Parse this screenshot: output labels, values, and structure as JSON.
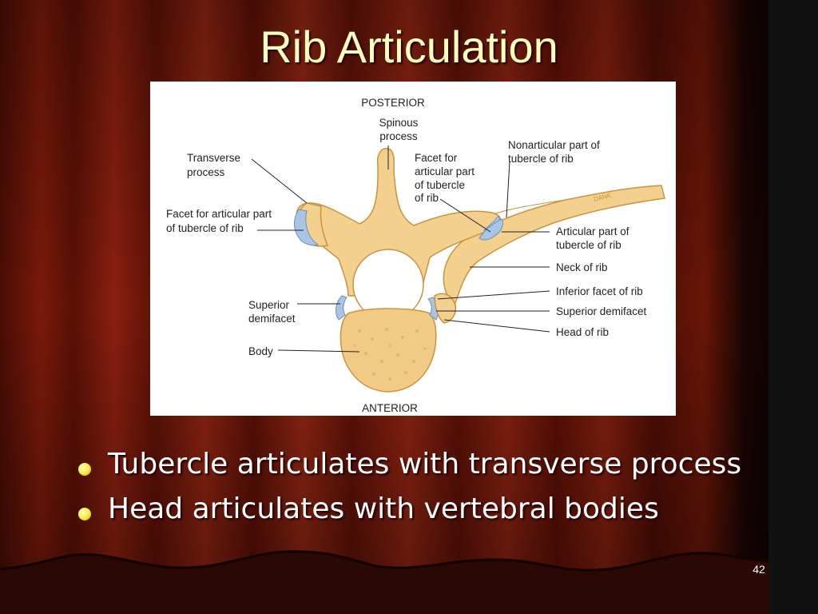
{
  "slide": {
    "title": "Rib Articulation",
    "page_number": "42"
  },
  "figure": {
    "orientation_top": "POSTERIOR",
    "orientation_bottom": "ANTERIOR",
    "labels": {
      "spinous": [
        "Spinous",
        "process"
      ],
      "transverse": [
        "Transverse",
        "process"
      ],
      "facet_left": [
        "Facet for articular part",
        "of tubercle of rib"
      ],
      "facet_center": [
        "Facet for",
        "articular part",
        "of tubercle",
        "of rib"
      ],
      "nonarticular": [
        "Nonarticular part of",
        "tubercle of rib"
      ],
      "articular_part": [
        "Articular part of",
        "tubercle of rib"
      ],
      "neck": "Neck of rib",
      "inferior_facet": "Inferior facet of rib",
      "superior_demifacet_right": "Superior demifacet",
      "head": "Head of rib",
      "superior_demifacet_left": [
        "Superior",
        "demifacet"
      ],
      "body": "Body",
      "rib_tag": "DANK"
    },
    "colors": {
      "bone": "#f3d08e",
      "bone_edge": "#c9933f",
      "cartilage": "#aac4e6"
    }
  },
  "bullets": [
    "Tubercle articulates with transverse process",
    "Head articulates with vertebral bodies"
  ]
}
